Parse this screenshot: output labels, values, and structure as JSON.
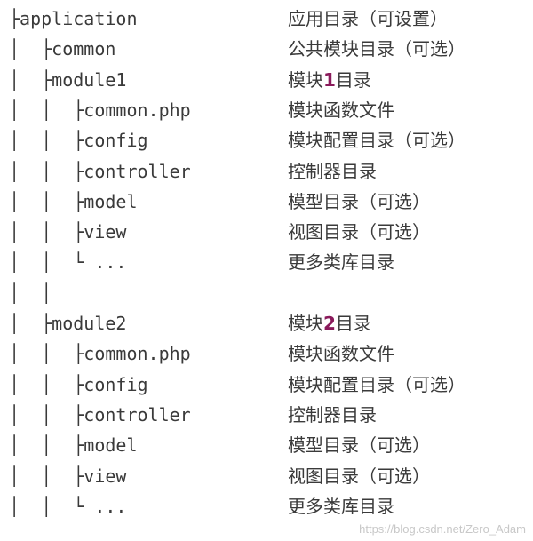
{
  "rows": [
    {
      "tree": "├application",
      "desc_pre": "应用目录（可设置）",
      "desc_num": "",
      "desc_post": ""
    },
    {
      "tree": "│  ├common",
      "desc_pre": "公共模块目录（可选）",
      "desc_num": "",
      "desc_post": ""
    },
    {
      "tree": "│  ├module1",
      "desc_pre": "模块",
      "desc_num": "1",
      "desc_post": "目录"
    },
    {
      "tree": "│  │  ├common.php",
      "desc_pre": "模块函数文件",
      "desc_num": "",
      "desc_post": ""
    },
    {
      "tree": "│  │  ├config",
      "desc_pre": "模块配置目录（可选）",
      "desc_num": "",
      "desc_post": ""
    },
    {
      "tree": "│  │  ├controller",
      "desc_pre": "控制器目录",
      "desc_num": "",
      "desc_post": ""
    },
    {
      "tree": "│  │  ├model",
      "desc_pre": "模型目录（可选）",
      "desc_num": "",
      "desc_post": ""
    },
    {
      "tree": "│  │  ├view",
      "desc_pre": "视图目录（可选）",
      "desc_num": "",
      "desc_post": ""
    },
    {
      "tree": "│  │  └ ...",
      "desc_pre": "更多类库目录",
      "desc_num": "",
      "desc_post": ""
    },
    {
      "tree": "│  │",
      "desc_pre": "",
      "desc_num": "",
      "desc_post": ""
    },
    {
      "tree": "│  ├module2",
      "desc_pre": "模块",
      "desc_num": "2",
      "desc_post": "目录"
    },
    {
      "tree": "│  │  ├common.php",
      "desc_pre": "模块函数文件",
      "desc_num": "",
      "desc_post": ""
    },
    {
      "tree": "│  │  ├config",
      "desc_pre": "模块配置目录（可选）",
      "desc_num": "",
      "desc_post": ""
    },
    {
      "tree": "│  │  ├controller",
      "desc_pre": "控制器目录",
      "desc_num": "",
      "desc_post": ""
    },
    {
      "tree": "│  │  ├model",
      "desc_pre": "模型目录（可选）",
      "desc_num": "",
      "desc_post": ""
    },
    {
      "tree": "│  │  ├view",
      "desc_pre": "视图目录（可选）",
      "desc_num": "",
      "desc_post": ""
    },
    {
      "tree": "│  │  └ ...",
      "desc_pre": "更多类库目录",
      "desc_num": "",
      "desc_post": ""
    }
  ],
  "watermark": "https://blog.csdn.net/Zero_Adam"
}
